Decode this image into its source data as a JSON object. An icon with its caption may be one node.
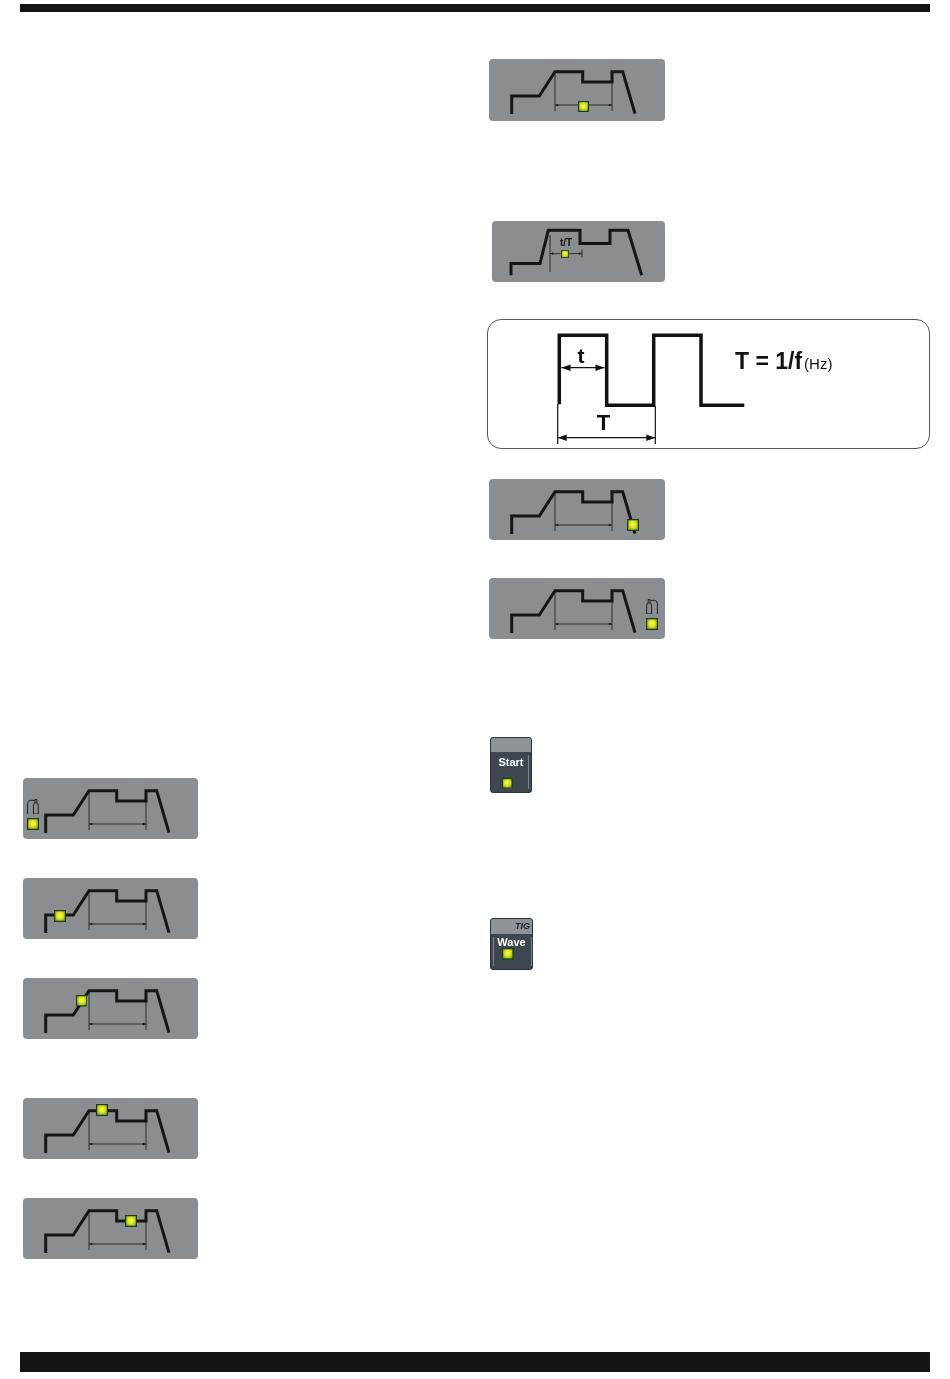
{
  "diagram": {
    "nodes": [
      {
        "text": [],
        "shape": "picture"
      },
      {
        "text": [],
        "shape": "picture"
      },
      {
        "text": [],
        "shape": "picture"
      },
      {
        "text": [],
        "shape": "picture"
      },
      {
        "text": [],
        "shape": "picture"
      },
      {
        "text": [],
        "shape": "picture"
      },
      {
        "text": [
          "t/T"
        ]
      },
      {
        "text": [
          "t",
          "T",
          "T = 1/f",
          "(Hz)"
        ]
      },
      {
        "text": [],
        "shape": "picture"
      },
      {
        "text": [],
        "shape": "picture"
      },
      {
        "text": [
          "Start"
        ]
      },
      {
        "text": [
          "TIG",
          "Wave"
        ]
      }
    ]
  }
}
